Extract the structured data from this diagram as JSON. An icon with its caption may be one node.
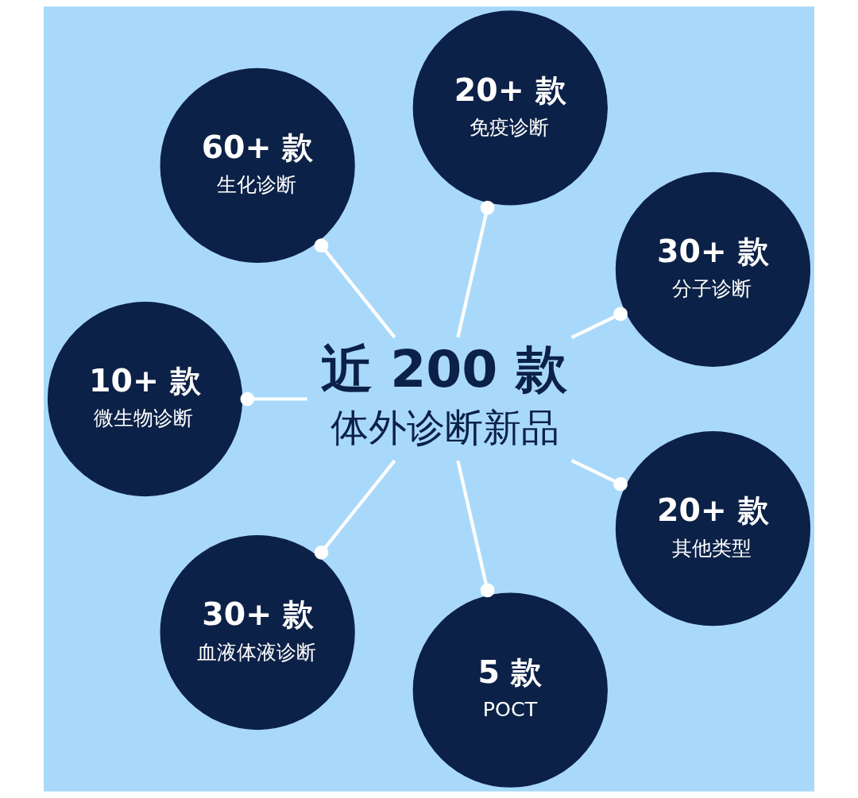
{
  "diagram": {
    "nodes": [
      {
        "text": [
          "近 200 款",
          "体外诊断新品"
        ]
      },
      {
        "text": [
          "30+ 款",
          "分子诊断"
        ]
      },
      {
        "text": [
          "20+ 款",
          "免疫诊断"
        ]
      },
      {
        "text": [
          "60+ 款",
          "生化诊断"
        ]
      },
      {
        "text": [
          "10+ 款",
          "微生物诊断"
        ]
      },
      {
        "text": [
          "30+ 款",
          "血液体液诊断"
        ]
      },
      {
        "text": [
          "5 款",
          "POCT"
        ]
      },
      {
        "text": [
          "20+ 款",
          "其他类型"
        ]
      }
    ],
    "edges": [
      {
        "from": 0,
        "to": 1,
        "arrow": "other"
      },
      {
        "from": 0,
        "to": 2,
        "arrow": "other"
      },
      {
        "from": 0,
        "to": 3,
        "arrow": "other"
      },
      {
        "from": 0,
        "to": 4,
        "arrow": "other"
      },
      {
        "from": 0,
        "to": 5,
        "arrow": "other"
      },
      {
        "from": 0,
        "to": 6,
        "arrow": "other"
      },
      {
        "from": 0,
        "to": 7,
        "arrow": "other"
      }
    ]
  }
}
